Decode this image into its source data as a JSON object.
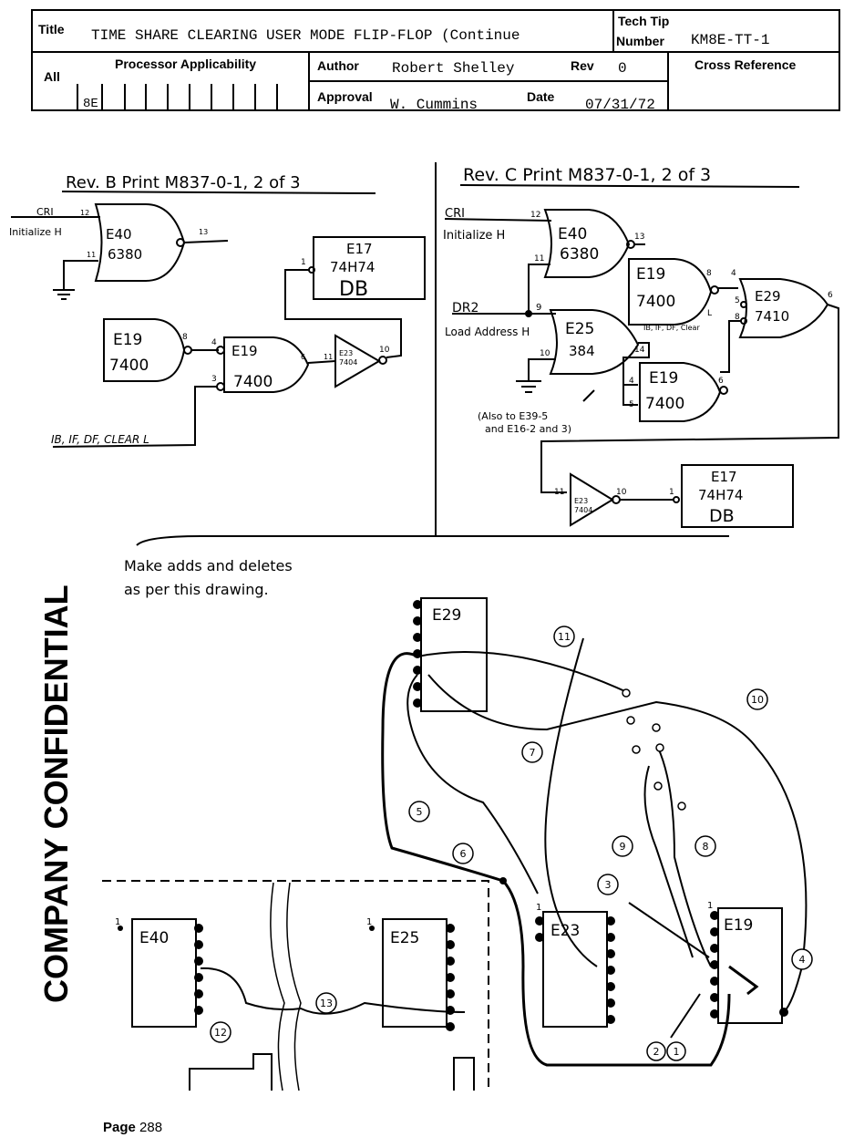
{
  "header": {
    "title_label": "Title",
    "title": "TIME SHARE CLEARING USER MODE FLIP-FLOP (Continue",
    "tech_tip_label": "Tech Tip",
    "number_label": "Number",
    "number": "KM8E-TT-1",
    "all_label": "All",
    "processor_label": "Processor Applicability",
    "processor_first": "8E",
    "author_label": "Author",
    "author": "Robert Shelley",
    "rev_label": "Rev",
    "rev": "0",
    "cross_ref_label": "Cross Reference",
    "approval_label": "Approval",
    "approval": "W. Cummins",
    "date_label": "Date",
    "date": "07/31/72"
  },
  "rev_b": {
    "heading": "Rev. B  Print  M837-0-1,  2 of 3",
    "cr1": "CRI",
    "init": "Initialize H",
    "e40": "E40",
    "e40_part": "6380",
    "e17": "E17",
    "e17_part": "74H74",
    "e17_db": "DB",
    "e19a": "E19",
    "e19a_part": "7400",
    "e19b": "E19",
    "e19b_part": "7400",
    "e23": "E23",
    "e23_part": "7404",
    "ib_label": "IB, IF, DF, CLEAR  L",
    "pins": [
      "12",
      "11",
      "13",
      "1",
      "8",
      "4",
      "3",
      "6",
      "11",
      "10"
    ]
  },
  "rev_c": {
    "heading": "Rev. C  Print  M837-0-1,  2 of 3",
    "cr1": "CRI",
    "init": "Initialize H",
    "e40": "E40",
    "e40_part": "6380",
    "e19a": "E19",
    "e19a_part": "7400",
    "e29": "E29",
    "e29_part": "7410",
    "ib_label": "IB, IF, DF, Clear",
    "l": "L",
    "dr2": "DR2",
    "load": "Load Address  H",
    "e25": "E25",
    "e25_part": "384",
    "e19b": "E19",
    "e19b_part": "7400",
    "also1": "(Also to E39-5",
    "also2": "and E16-2 and 3)",
    "e23": "E23",
    "e23_part": "7404",
    "e17": "E17",
    "e17_part": "74H74",
    "e17_db": "DB",
    "pins": [
      "12",
      "11",
      "13",
      "8",
      "4",
      "5",
      "8",
      "6",
      "9",
      "10",
      "14",
      "4",
      "5",
      "6",
      "11",
      "10",
      "1"
    ]
  },
  "board": {
    "note1": "Make  adds  and  deletes",
    "note2": "as  per  this  drawing.",
    "e29": "E29",
    "e40": "E40",
    "e25": "E25",
    "e23": "E23",
    "e19": "E19",
    "pin1": "1",
    "wires": [
      "1",
      "2",
      "3",
      "4",
      "5",
      "6",
      "7",
      "8",
      "9",
      "10",
      "11",
      "12",
      "13"
    ]
  },
  "side_stamp": "COMPANY CONFIDENTIAL",
  "footer": {
    "label": "Page",
    "number": "288"
  }
}
